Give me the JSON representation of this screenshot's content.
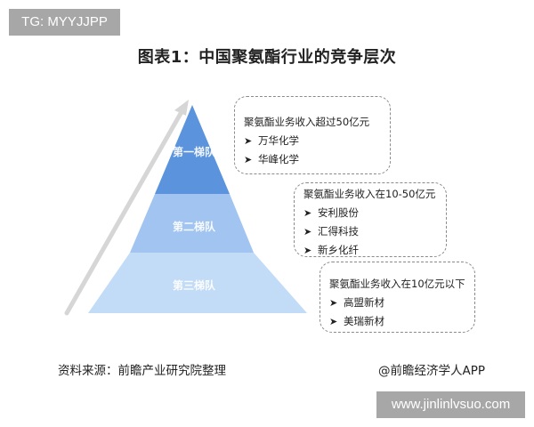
{
  "watermark_top": "TG: MYYJJPP",
  "title": "图表1：中国聚氨酯行业的竞争层次",
  "colors": {
    "tier1": "#5b93dd",
    "tier2": "#a2c4f0",
    "tier3": "#c2dbf6",
    "arrow": "#d6d6d6",
    "box_border": "#8a8a8a",
    "badge_bg": "#a7a7a7"
  },
  "pyramid": {
    "tiers": [
      {
        "label": "第一梯队"
      },
      {
        "label": "第二梯队"
      },
      {
        "label": "第三梯队"
      }
    ]
  },
  "boxes": [
    {
      "heading": "聚氨酯业务收入超过50亿元",
      "companies": [
        "万华化学",
        "华峰化学"
      ]
    },
    {
      "heading": "聚氨酯业务收入在10-50亿元",
      "companies": [
        "安利股份",
        "汇得科技",
        "新乡化纤"
      ]
    },
    {
      "heading": "聚氨酯业务收入在10亿元以下",
      "companies": [
        "高盟新材",
        "美瑞新材"
      ]
    }
  ],
  "bullet_glyph": "➤",
  "footer": {
    "source": "资料来源：前瞻产业研究院整理",
    "credit": "@前瞻经济学人APP"
  },
  "watermark_bottom": "www.jinlinlvsuo.com"
}
